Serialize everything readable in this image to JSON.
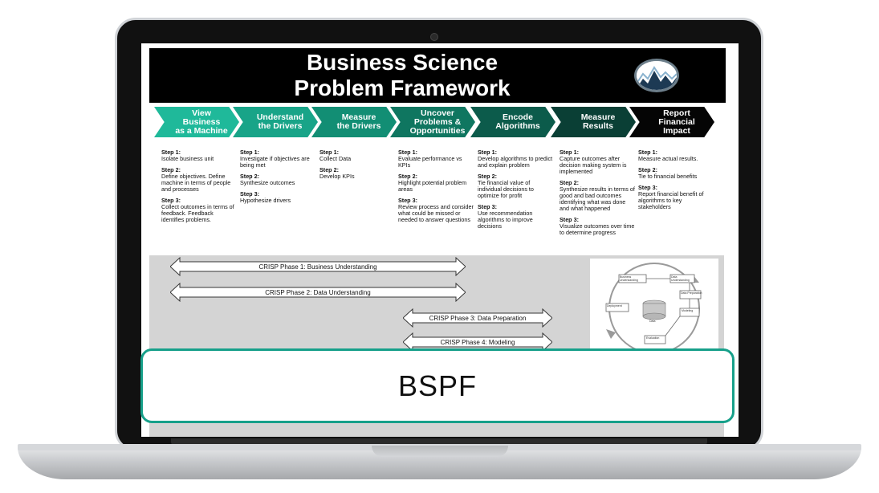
{
  "header": {
    "title_line1": "Business Science",
    "title_line2": "Problem Framework",
    "logo": "mountain-logo-icon"
  },
  "stages": [
    {
      "label": "View\nBusiness\nas a Machine",
      "color": "#1fb99a",
      "steps": [
        {
          "label": "Step 1:",
          "text": "Isolate business unit"
        },
        {
          "label": "Step 2:",
          "text": "Define objectives. Define machine in terms of people and processes"
        },
        {
          "label": "Step 3:",
          "text": "Collect outcomes in terms of feedback. Feedback identifies problems."
        }
      ]
    },
    {
      "label": "Understand\nthe Drivers",
      "color": "#18a488",
      "steps": [
        {
          "label": "Step 1:",
          "text": "Investigate if objectives are being met"
        },
        {
          "label": "Step 2:",
          "text": "Synthesize outcomes"
        },
        {
          "label": "Step 3:",
          "text": "Hypothesize drivers"
        }
      ]
    },
    {
      "label": "Measure\nthe Drivers",
      "color": "#128e74",
      "steps": [
        {
          "label": "Step 1:",
          "text": "Collect Data"
        },
        {
          "label": "Step 2:",
          "text": "Develop KPIs"
        }
      ]
    },
    {
      "label": "Uncover\nProblems &\nOpportunities",
      "color": "#0f7660",
      "steps": [
        {
          "label": "Step 1:",
          "text": "Evaluate performance vs KPIs"
        },
        {
          "label": "Step 2:",
          "text": "Highlight potential problem areas"
        },
        {
          "label": "Step 3:",
          "text": "Review process and consider what could be missed or needed to answer questions"
        }
      ]
    },
    {
      "label": "Encode\nAlgorithms",
      "color": "#0c5b4b",
      "steps": [
        {
          "label": "Step 1:",
          "text": "Develop algorithms to predict and explain problem"
        },
        {
          "label": "Step 2:",
          "text": "Tie financial value of individual decisions to optimize for profit"
        },
        {
          "label": "Step 3:",
          "text": "Use recommendation algorithms to improve decisions"
        }
      ]
    },
    {
      "label": "Measure\nResults",
      "color": "#0a3f35",
      "steps": [
        {
          "label": "Step 1:",
          "text": "Capture outcomes after decision making system is implemented"
        },
        {
          "label": "Step 2:",
          "text": "Synthesize results in terms of good and bad outcomes identifying what was done and what happened"
        },
        {
          "label": "Step 3:",
          "text": "Visualize outcomes over time to determine progress"
        }
      ]
    },
    {
      "label": "Report\nFinancial\nImpact",
      "color": "#050505",
      "steps": [
        {
          "label": "Step 1:",
          "text": "Measure actual results."
        },
        {
          "label": "Step 2:",
          "text": "Tie to financial benefits"
        },
        {
          "label": "Step 3:",
          "text": "Report financial benefit of algorithms to key stakeholders"
        }
      ]
    }
  ],
  "crisp_phases": [
    {
      "label": "CRISP Phase 1: Business Understanding"
    },
    {
      "label": "CRISP Phase 2: Data Understanding"
    },
    {
      "label": "CRISP Phase 3: Data Preparation"
    },
    {
      "label": "CRISP Phase 4: Modeling"
    }
  ],
  "cycle": {
    "nodes": [
      "Business Understanding",
      "Data Understanding",
      "Data Preparation",
      "Modeling",
      "Evaluation",
      "Deployment",
      "Data"
    ]
  },
  "banner": {
    "text": "BSPF"
  }
}
